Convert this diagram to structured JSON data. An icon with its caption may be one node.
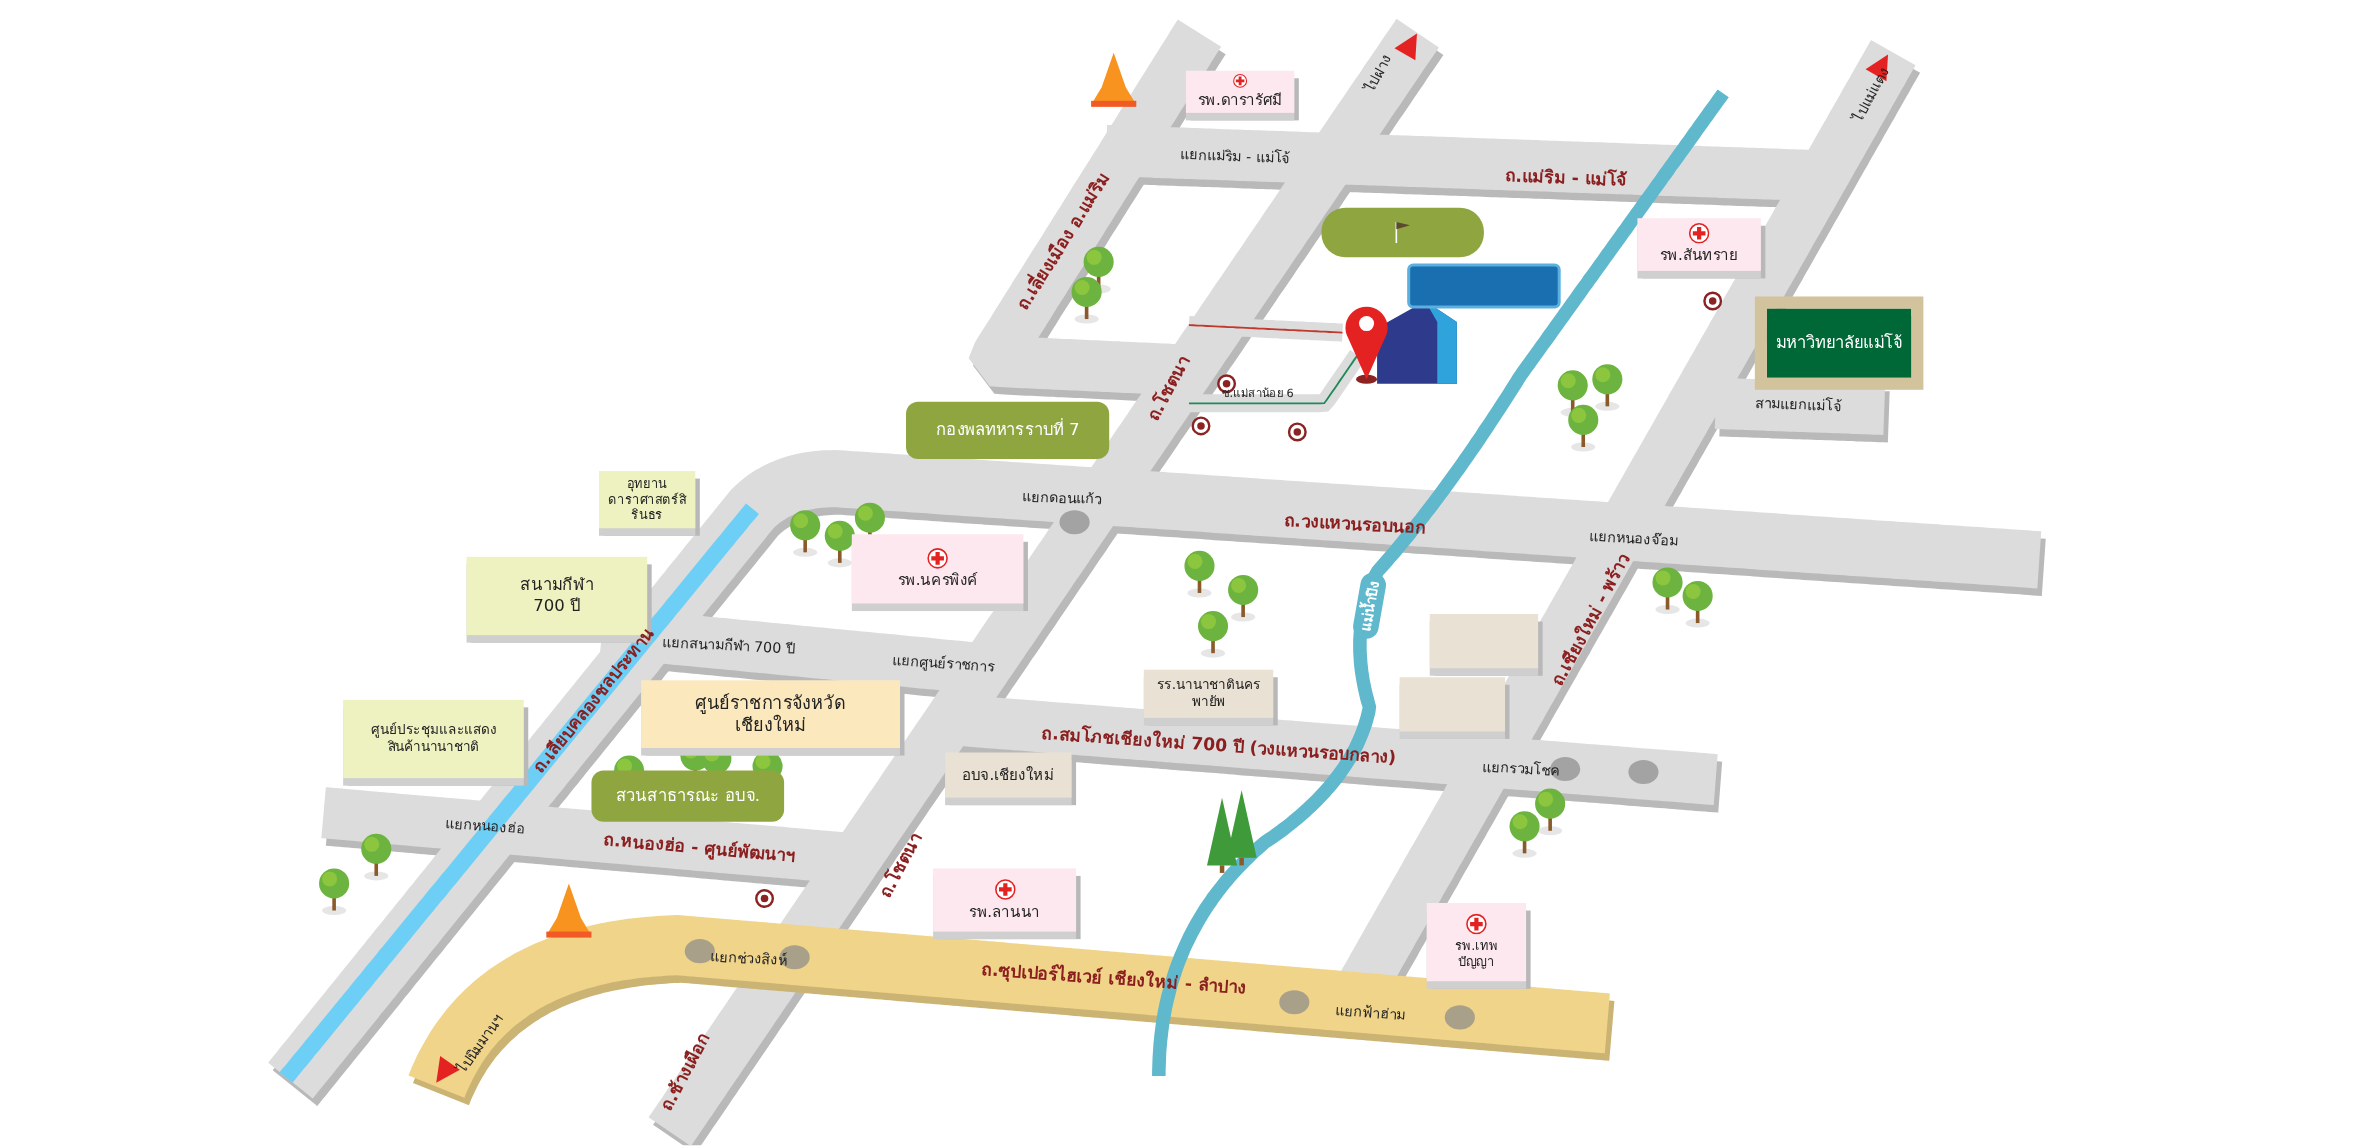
{
  "diagram": {
    "nodes": [
      {
        "text": [
          "รพ.ดารารัศมี"
        ]
      },
      {
        "text": [],
        "shape": "box"
      },
      {
        "text": [],
        "shape": "box"
      },
      {
        "text": [
          "รพ.สันทราย"
        ]
      },
      {
        "text": [
          "มหาวิทยาลัยแม่โจ้"
        ]
      },
      {
        "text": [
          "กองพลทหารราบที่ 7"
        ]
      },
      {
        "text": [
          "อุทยานดาราศาสตร์สิรินธร"
        ]
      },
      {
        "text": [
          "สนามกีฬา 700 ปี"
        ]
      },
      {
        "text": [
          "รพ.นครพิงค์"
        ]
      },
      {
        "text": [
          "ศูนย์ประชุมและแสดงสินค้านานาชาติ"
        ]
      },
      {
        "text": [
          "ศูนย์ราชการจังหวัดเชียงใหม่"
        ]
      },
      {
        "text": [
          "สวนสาธารณะ อบจ."
        ]
      },
      {
        "text": [
          "รร.นานาชาตินครพายัพ"
        ]
      },
      {
        "text": [],
        "shape": "box"
      },
      {
        "text": [],
        "shape": "box"
      },
      {
        "text": [
          "อบจ.เชียงใหม่"
        ]
      },
      {
        "text": [
          "รพ.ลานนา"
        ]
      },
      {
        "text": [
          "รพ.เทพปัญญา"
        ]
      }
    ],
    "labels": [
      "ไปฝาง",
      "ไปแม่แตง",
      "แยกแม่ริม - แม่โจ้",
      "ถ.แม่ริม - แม่โจ้",
      "ถ.เลี่ยงเมือง อ.แม่ริม",
      "ถ.โชตนา",
      "ซ.แม่สาน้อย 6",
      "สามแยกแม่โจ้",
      "แยกดอนแก้ว",
      "ถ.วงแหวนรอบนอก",
      "แยกหนองจ๊อม",
      "แม่น้ำปิง",
      "ถ.เชียงใหม่ - พร้าว",
      "แยกสนามกีฬา 700 ปี",
      "แยกศูนย์ราชการ",
      "ถ.เลียบคลองชลประทาน",
      "ถ.สมโภชเชียงใหม่ 700 ปี (วงแหวนรอบกลาง)",
      "แยกรวมโชค",
      "ถ.โชตนา",
      "แยกหนองฮ่อ",
      "ถ.หนองฮ่อ - ศูนย์พัฒนาฯ",
      "แยกช่วงสิงห์",
      "ถ.ซุปเปอร์ไฮเวย์ เชียงใหม่ - ลำปาง",
      "แยกฟ้าฮ่าม",
      "ไปนิมมานฯ",
      "ถ.ช้างเผือก"
    ]
  }
}
